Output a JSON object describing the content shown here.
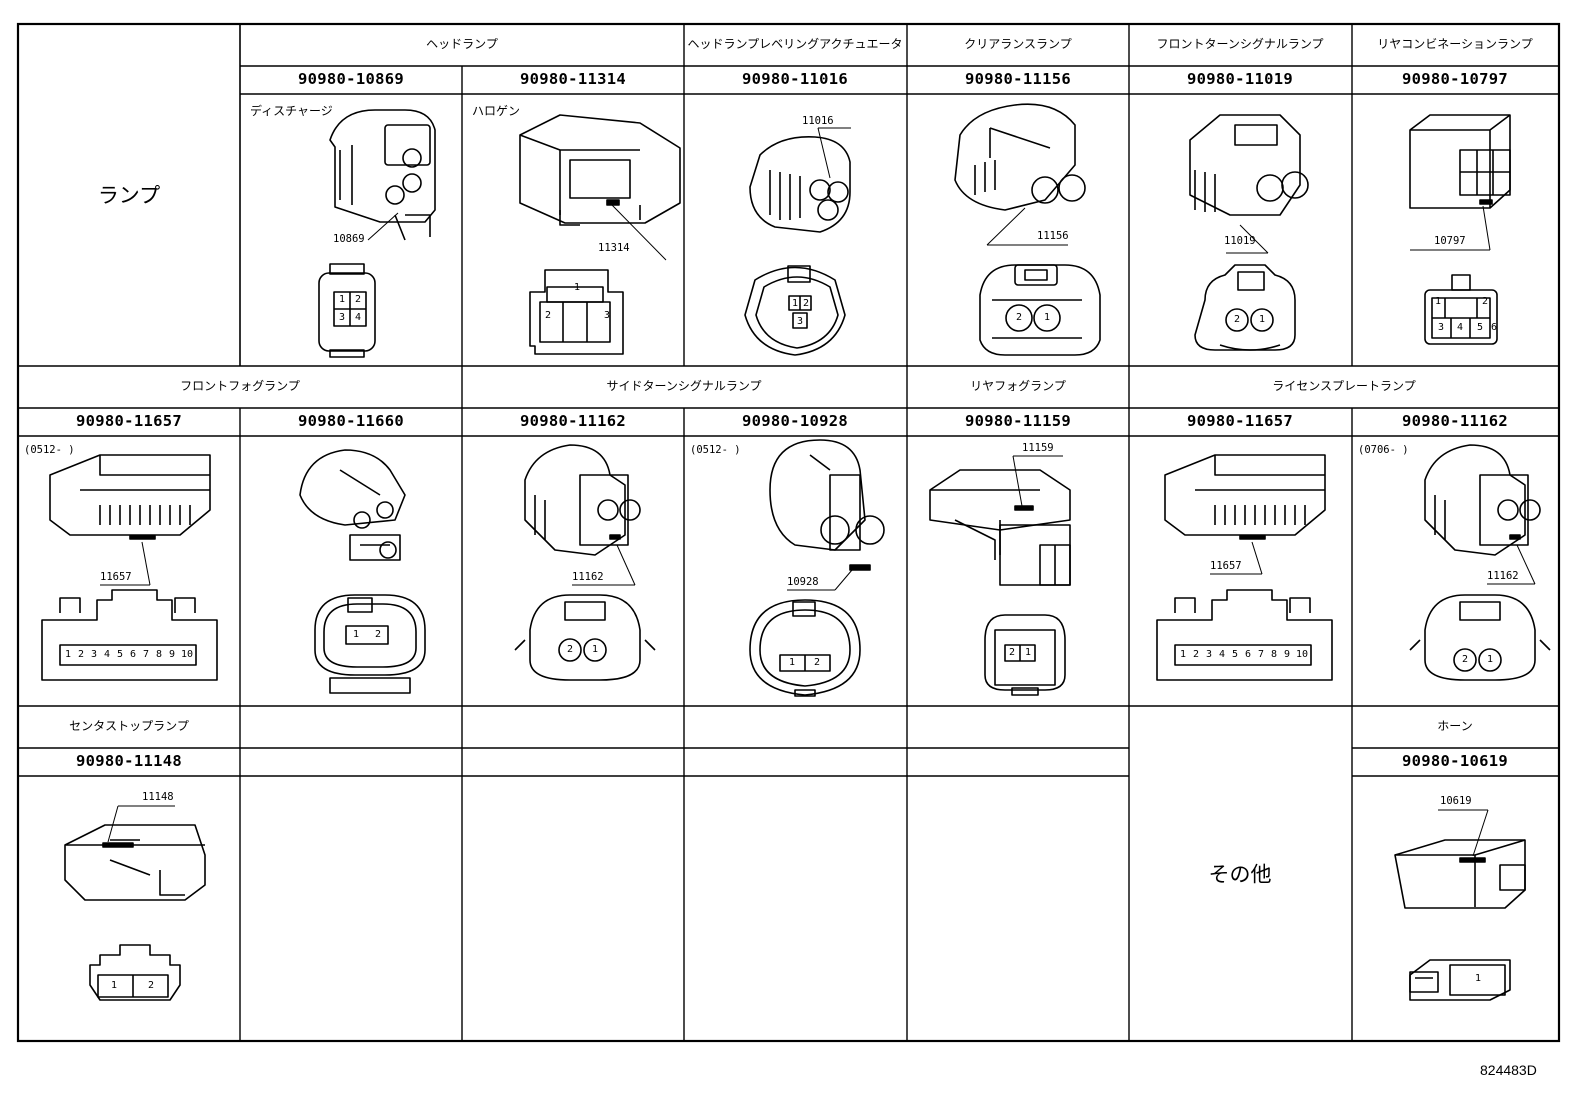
{
  "row1": {
    "side_label": "ランプ",
    "categories": [
      "ヘッドランプ",
      "ヘッドランプレベリングアクチュエータ",
      "クリアランスランプ",
      "フロントターンシグナルランプ",
      "リヤコンビネーションランプ"
    ],
    "parts": [
      "90980-10869",
      "90980-11314",
      "90980-11016",
      "90980-11156",
      "90980-11019",
      "90980-10797"
    ],
    "notes": [
      "ディスチャージ",
      "ハロゲン"
    ],
    "codes": [
      "10869",
      "11314",
      "11016",
      "11156",
      "11019",
      "10797"
    ]
  },
  "row2": {
    "categories": [
      "フロントフォグランプ",
      "サイドターンシグナルランプ",
      "リヤフォグランプ",
      "ライセンスプレートランプ"
    ],
    "parts": [
      "90980-11657",
      "90980-11660",
      "90980-11162",
      "90980-10928",
      "90980-11159",
      "90980-11657",
      "90980-11162"
    ],
    "dates": [
      "(0512-    )",
      "(0512-    )",
      "(0706-    )"
    ],
    "codes": [
      "11657",
      "11162",
      "10928",
      "11159",
      "11657",
      "11162"
    ]
  },
  "row3": {
    "categories": [
      "センタストップランプ",
      "ホーン"
    ],
    "parts": [
      "90980-11148",
      "90980-10619"
    ],
    "other_label": "その他",
    "codes": [
      "11148",
      "10619"
    ]
  },
  "pins": {
    "c10869": [
      "1",
      "2",
      "3",
      "4"
    ],
    "c11314": [
      "1",
      "2",
      "3"
    ],
    "c11016": [
      "1",
      "2",
      "3"
    ],
    "two_rev": [
      "2",
      "1"
    ],
    "two": [
      "1",
      "2"
    ],
    "c10797": [
      "1",
      "2",
      "3",
      "4",
      "5",
      "6"
    ],
    "ten": [
      "1",
      "2",
      "3",
      "4",
      "5",
      "6",
      "7",
      "8",
      "9",
      "10"
    ],
    "one": [
      "1"
    ]
  },
  "reference_number": "824483D",
  "colors": {
    "line": "#000000",
    "background": "#ffffff"
  }
}
